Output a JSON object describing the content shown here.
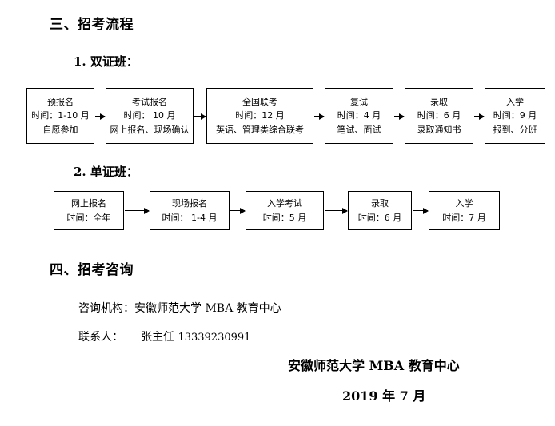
{
  "document": {
    "headings": {
      "process": "三、招考流程",
      "consultation": "四、招考咨询"
    },
    "subheadings": {
      "dual_certificate": "1. 双证班：",
      "single_certificate": "2. 单证班："
    }
  },
  "flow_dual": {
    "label": "1. 双证班：",
    "steps": [
      {
        "title": "预报名",
        "time": "时间：1-10 月",
        "detail": "自愿参加"
      },
      {
        "title": "考试报名",
        "time": "时间： 10 月",
        "detail": "网上报名、现场确认"
      },
      {
        "title": "全国联考",
        "time": "时间：12 月",
        "detail": "英语、管理类综合联考"
      },
      {
        "title": "复试",
        "time": "时间：4 月",
        "detail": "笔试、面试"
      },
      {
        "title": "录取",
        "time": "时间：6 月",
        "detail": "录取通知书"
      },
      {
        "title": "入学",
        "time": "时间：9 月",
        "detail": "报到、分班"
      }
    ]
  },
  "flow_single": {
    "label": "2. 单证班：",
    "steps": [
      {
        "title": "网上报名",
        "time": "时间：全年"
      },
      {
        "title": "现场报名",
        "time": "时间： 1-4 月"
      },
      {
        "title": "入学考试",
        "time": "时间：5 月"
      },
      {
        "title": "录取",
        "time": "时间：6 月"
      },
      {
        "title": "入学",
        "time": "时间：7 月"
      }
    ]
  },
  "consultation": {
    "organization_label": "咨询机构：",
    "organization_value": "安徽师范大学 MBA 教育中心",
    "contact_label": "联系人：",
    "contact_name": "张主任",
    "contact_phone": "13339230991"
  },
  "signature": {
    "organization": "安徽师范大学 MBA 教育中心",
    "date": "2019 年 7 月"
  },
  "colors": {
    "text": "#000000",
    "background": "#ffffff",
    "border": "#000000"
  }
}
